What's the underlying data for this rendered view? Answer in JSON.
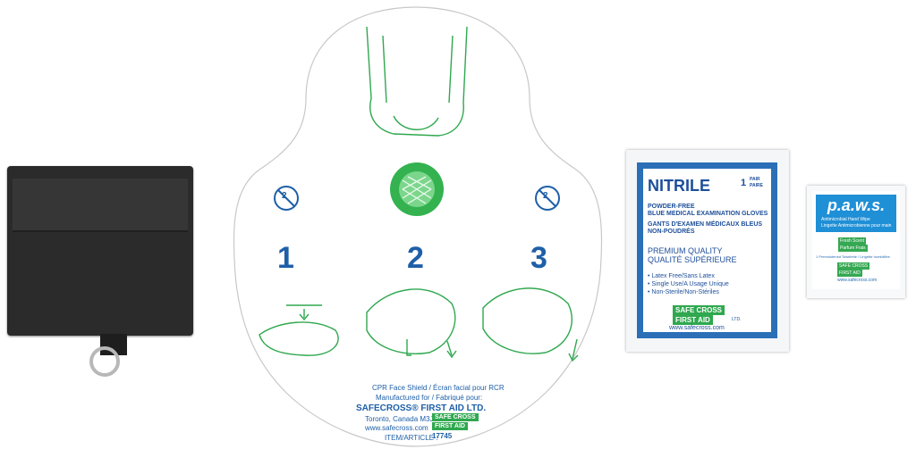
{
  "shield": {
    "steps": [
      "1",
      "2",
      "3"
    ],
    "no_reuse_badge": "2",
    "product_line": "CPR Face Shield / Écran facial pour RCR",
    "manufactured_for": "Manufactured for / Fabriqué pour:",
    "company": "SAFECROSS® FIRST AID LTD.",
    "address": "Toronto, Canada M3J 3E5",
    "website": "www.safecross.com",
    "item_label": "ITEM/ARTICLE :",
    "item_number": "17745",
    "logo_top": "SAFE CROSS",
    "logo_bottom": "FIRST AID"
  },
  "gloves": {
    "title": "NITRILE",
    "count": "1",
    "count_unit_en": "PAIR",
    "count_unit_fr": "PAIRE",
    "desc_en_1": "POWDER-FREE",
    "desc_en_2": "BLUE MEDICAL EXAMINATION GLOVES",
    "desc_fr_1": "GANTS D'EXAMEN MÉDICAUX BLEUS",
    "desc_fr_2": "NON-POUDRÉS",
    "quality_en": "PREMIUM QUALITY",
    "quality_fr": "QUALITÉ SUPÉRIEURE",
    "features": [
      "• Latex Free/Sans Latex",
      "• Single Use/A Usage Unique",
      "• Non-Sterile/Non-Stériles"
    ],
    "logo_top": "SAFE CROSS",
    "logo_bottom": "FIRST AID",
    "logo_suffix": "LTD.",
    "website": "www.safecross.com"
  },
  "wipe": {
    "brand": "p.a.w.s.",
    "tagline": "Antimicrobial Hand Wipe",
    "tagline_fr": "Lingette Antimicrobienne pour main",
    "scent": "Fresh Scent",
    "scent_fr": "Parfum Frais",
    "count_line": "1 Premoistened Towelette / Lingette humidifiée",
    "logo_top": "SAFE CROSS",
    "logo_bottom": "FIRST AID",
    "website": "www.safecross.com"
  },
  "colors": {
    "shield_blue": "#1e5fa8",
    "shield_green": "#2fa84f",
    "gloves_blue": "#2b6fb7",
    "wipe_blue": "#1f8fd6",
    "pouch": "#2b2b2b"
  }
}
